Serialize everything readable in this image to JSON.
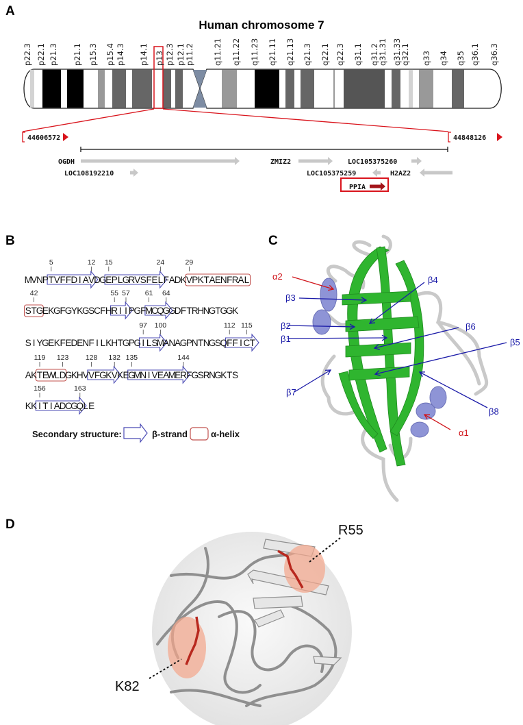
{
  "panel_letters": {
    "a": "A",
    "b": "B",
    "c": "C",
    "d": "D"
  },
  "panel_a": {
    "title": "Human chromosome 7",
    "bands": [
      "p22.3",
      "p22.1",
      "p21.3",
      "p21.1",
      "p15.3",
      "p15.4",
      "p14.3",
      "p14.1",
      "p13",
      "p12.3",
      "p12.1",
      "p11.2",
      "q11.21",
      "q11.22",
      "q11.23",
      "q21.11",
      "q21.13",
      "q21.3",
      "q22.1",
      "q22.3",
      "q31.1",
      "q31.2",
      "q31.31",
      "q31.33",
      "q32.1",
      "q33",
      "q34",
      "q35",
      "q36.1",
      "q36.3"
    ],
    "highlighted_band": "p13",
    "region_start": "44606572",
    "region_end": "44848126",
    "genes": [
      {
        "name": "OGDH",
        "strand": "+"
      },
      {
        "name": "ZMIZ2",
        "strand": "+"
      },
      {
        "name": "LOC105375260",
        "strand": "+"
      },
      {
        "name": "LOC108192210",
        "strand": "+"
      },
      {
        "name": "LOC105375259",
        "strand": "-"
      },
      {
        "name": "H2AZ2",
        "strand": "-"
      },
      {
        "name": "PPIA",
        "strand": "+",
        "highlighted": true
      }
    ],
    "colors": {
      "highlight": "#d9141c",
      "gene_arrow": "#c8c8c8",
      "centromere": "#7d8ca3"
    }
  },
  "panel_b": {
    "sequence_lines": [
      "MVNPTVFFDIAVDGEPLGRVSFELFADKVPKTAENFRAL",
      "STGEKGFGYKGSCFHRIIPGFMCQGGDFTRHNGTGGK",
      "SIYGEKFEDENFILKHTGPGILSMANAGPNTNGSQFFICT",
      "AKTEWLDGKHVVFGKVKEGMNIVEAMERFGSRNGKTS",
      "KKITIADCGQLE"
    ],
    "secondary_structure": [
      {
        "type": "strand",
        "start": 5,
        "end": 12
      },
      {
        "type": "strand",
        "start": 15,
        "end": 24
      },
      {
        "type": "helix",
        "start": 29,
        "end": 42
      },
      {
        "type": "strand",
        "start": 55,
        "end": 57
      },
      {
        "type": "strand",
        "start": 61,
        "end": 64
      },
      {
        "type": "strand",
        "start": 97,
        "end": 100
      },
      {
        "type": "strand",
        "start": 112,
        "end": 116
      },
      {
        "type": "helix",
        "start": 119,
        "end": 123
      },
      {
        "type": "strand",
        "start": 128,
        "end": 132
      },
      {
        "type": "strand",
        "start": 135,
        "end": 144
      },
      {
        "type": "strand",
        "start": 156,
        "end": 163
      }
    ],
    "ticks": [
      {
        "label": "5",
        "residue": 5
      },
      {
        "label": "12",
        "residue": 12
      },
      {
        "label": "15",
        "residue": 15
      },
      {
        "label": "24",
        "residue": 24
      },
      {
        "label": "29",
        "residue": 29
      },
      {
        "label": "42",
        "residue": 41
      },
      {
        "label": "55",
        "residue": 55
      },
      {
        "label": "57",
        "residue": 57
      },
      {
        "label": "61",
        "residue": 61
      },
      {
        "label": "64",
        "residue": 64
      },
      {
        "label": "97",
        "residue": 97
      },
      {
        "label": "100",
        "residue": 100
      },
      {
        "label": "112",
        "residue": 112
      },
      {
        "label": "115",
        "residue": 115
      },
      {
        "label": "119",
        "residue": 119
      },
      {
        "label": "123",
        "residue": 123
      },
      {
        "label": "128",
        "residue": 128
      },
      {
        "label": "132",
        "residue": 132
      },
      {
        "label": "135",
        "residue": 135
      },
      {
        "label": "144",
        "residue": 144
      },
      {
        "label": "156",
        "residue": 156
      },
      {
        "label": "163",
        "residue": 163
      }
    ],
    "legend": {
      "title": "Secondary structure:",
      "strand": "β-strand",
      "helix": "α-helix"
    },
    "colors": {
      "strand": "#4b4bb5",
      "helix": "#c0504d"
    }
  },
  "panel_c": {
    "labels": [
      {
        "text": "α2",
        "kind": "helix"
      },
      {
        "text": "β3",
        "kind": "strand"
      },
      {
        "text": "β4",
        "kind": "strand"
      },
      {
        "text": "β2",
        "kind": "strand"
      },
      {
        "text": "β6",
        "kind": "strand"
      },
      {
        "text": "β1",
        "kind": "strand"
      },
      {
        "text": "β5",
        "kind": "strand"
      },
      {
        "text": "β7",
        "kind": "strand"
      },
      {
        "text": "β8",
        "kind": "strand"
      },
      {
        "text": "α1",
        "kind": "helix"
      }
    ],
    "colors": {
      "strand": "#2fb52f",
      "helix": "#8e94d6",
      "loop": "#e8e8e8",
      "strand_label": "#1a1aa8",
      "helix_label": "#d0151b"
    }
  },
  "panel_d": {
    "residues": [
      "R55",
      "K82"
    ],
    "colors": {
      "residue": "#b8281e",
      "highlight": "#f4a58a"
    }
  }
}
